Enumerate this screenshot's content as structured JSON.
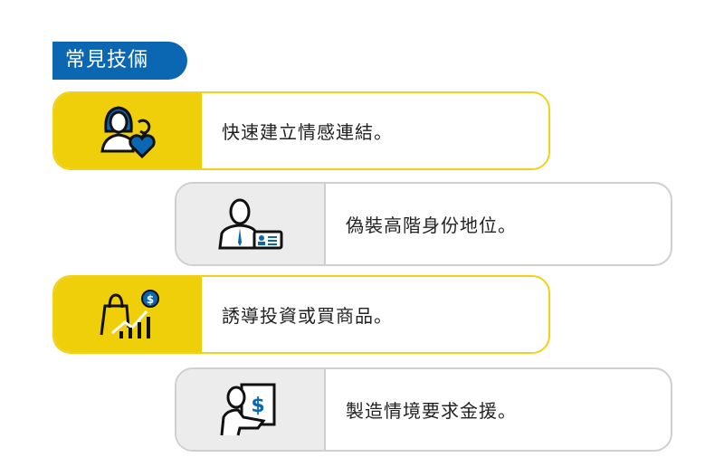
{
  "title": "常見技倆",
  "items": [
    {
      "text": "快速建立情感連結。",
      "icon": "woman-heart-icon"
    },
    {
      "text": "偽裝高階身份地位。",
      "icon": "businessman-id-card-icon"
    },
    {
      "text": "誘導投資或買商品。",
      "icon": "shopping-bag-growth-icon"
    },
    {
      "text": "製造情境要求金援。",
      "icon": "person-money-request-icon"
    }
  ],
  "colors": {
    "blue": "#0b67b2",
    "yellow": "#efcf0a",
    "gray": "#ececec"
  }
}
